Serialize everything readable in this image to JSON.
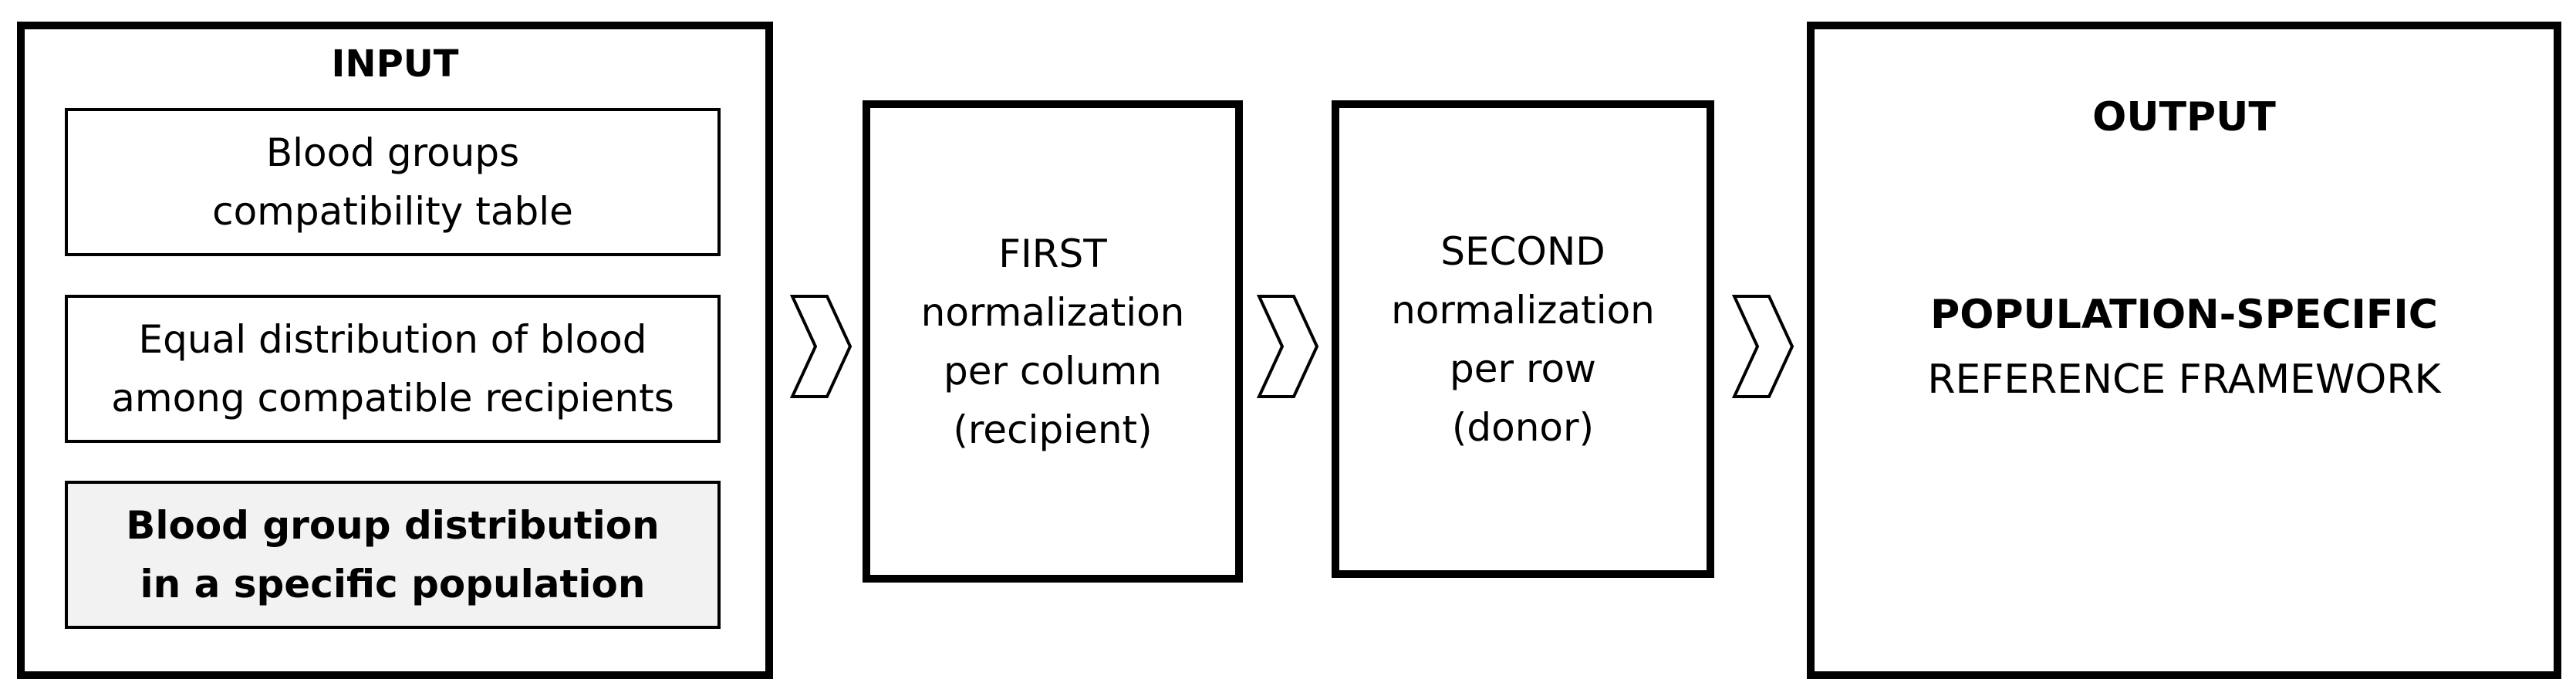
{
  "input": {
    "title": "INPUT",
    "items": [
      {
        "text": "Blood groups\ncompatibility table",
        "highlighted": false
      },
      {
        "text": "Equal distribution of blood\namong compatible recipients",
        "highlighted": false
      },
      {
        "text": "Blood group distribution\nin a specific population",
        "highlighted": true
      }
    ]
  },
  "steps": [
    {
      "text": "FIRST\nnormalization\nper column\n(recipient)"
    },
    {
      "text": "SECOND\nnormalization\nper row\n(donor)"
    }
  ],
  "output": {
    "title": "OUTPUT",
    "line1": "POPULATION-SPECIFIC",
    "line2": "REFERENCE FRAMEWORK"
  },
  "colors": {
    "border": "#000000",
    "background": "#ffffff",
    "highlight_fill": "#f2f2f2"
  },
  "icons": [
    "chevron-right-icon",
    "chevron-right-icon",
    "chevron-right-icon"
  ]
}
